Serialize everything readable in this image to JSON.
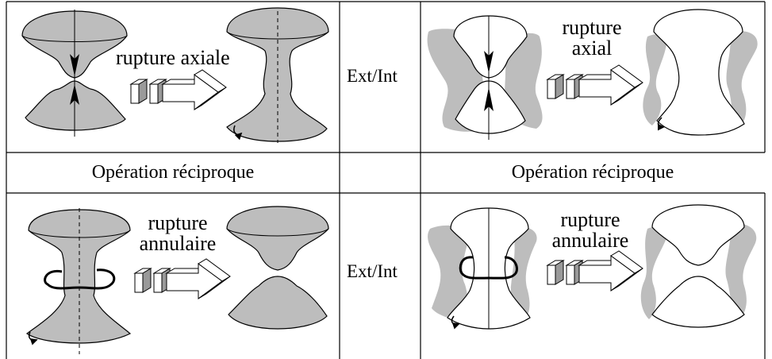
{
  "panels": {
    "top_left": {
      "operation_label": "rupture axiale"
    },
    "top_right": {
      "operation_label_line1": "rupture",
      "operation_label_line2": "axial"
    },
    "bottom_left": {
      "operation_label_line1": "rupture",
      "operation_label_line2": "annulaire"
    },
    "bottom_right": {
      "operation_label_line1": "rupture",
      "operation_label_line2": "annulaire"
    }
  },
  "middle_column": {
    "top_label": "Ext/Int",
    "bottom_label": "Ext/Int"
  },
  "middle_row": {
    "left_label": "Opération réciproque",
    "right_label": "Opération réciproque"
  },
  "colors": {
    "fill_gray": "#bdbdbd",
    "stroke": "#000000",
    "background": "#ffffff"
  }
}
